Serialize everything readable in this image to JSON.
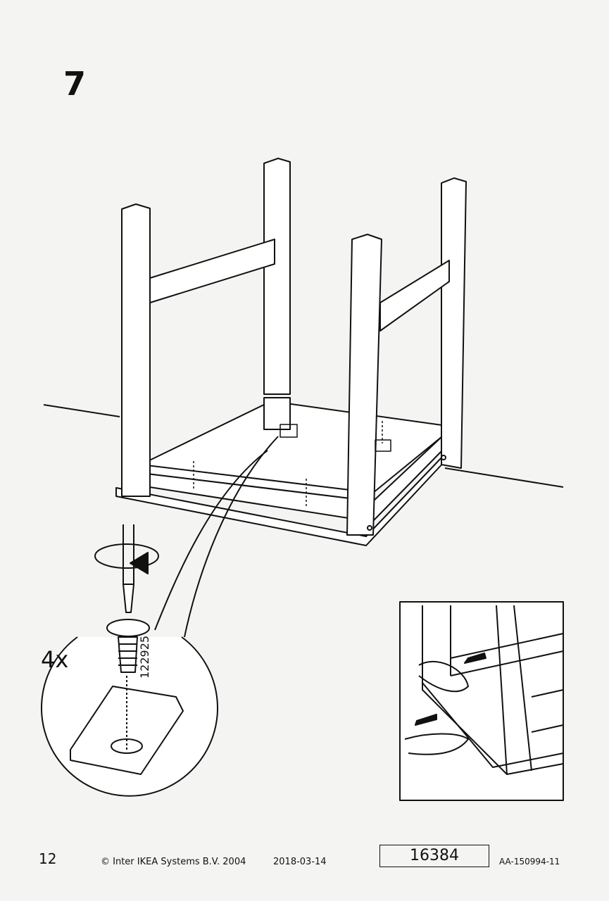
{
  "step_number": "7",
  "quantity": "4x",
  "part_number": "122925",
  "footer": {
    "page_number": "12",
    "copyright": "© Inter IKEA Systems B.V. 2004",
    "date": "2018-03-14",
    "product_code": "16384",
    "document_id": "AA-150994-11"
  }
}
